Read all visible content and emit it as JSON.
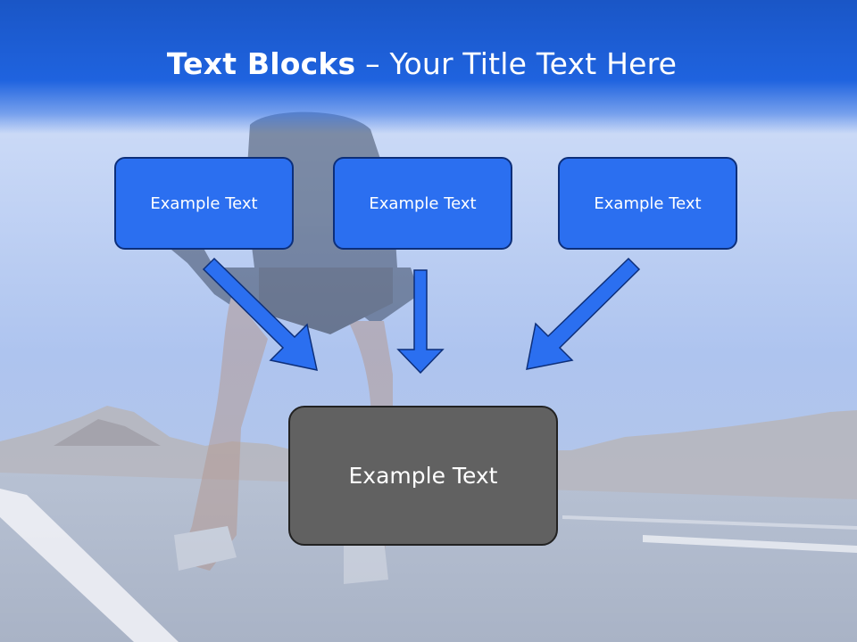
{
  "slide": {
    "title_bold": "Text Blocks",
    "title_sep": " – ",
    "title_rest": "Your Title Text Here"
  },
  "blocks": [
    {
      "label": "Example Text"
    },
    {
      "label": "Example Text"
    },
    {
      "label": "Example Text"
    }
  ],
  "target": {
    "label": "Example Text"
  },
  "colors": {
    "title_bar": "#1f63df",
    "block_fill": "#2b6ff0",
    "block_border": "#0d2f7a",
    "target_fill": "#616161",
    "arrow_fill": "#2b6ff0"
  },
  "background": {
    "description_icon": "runner-on-road-photo"
  }
}
